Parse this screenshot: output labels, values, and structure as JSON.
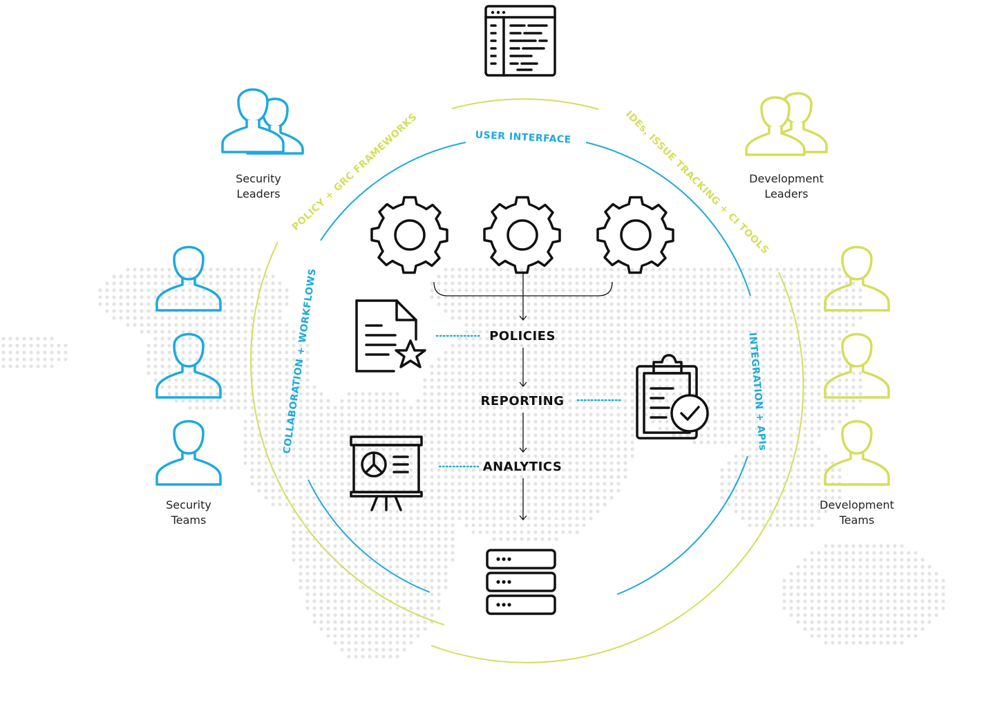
{
  "colors": {
    "blue": "#1CA9DE",
    "green": "#D4DE5A",
    "ink": "#111111",
    "map_dots": "#e4e4e4"
  },
  "arcs": {
    "policy_grc": "POLICY + GRC FRAMEWORKS",
    "user_interface": "USER INTERFACE",
    "ides_issue_ci": "IDEs, ISSUE TRACKING + CI TOOLS",
    "collaboration": "COLLABORATION + WORKFLOWS",
    "integration": "INTEGRATION + APIs"
  },
  "groups": {
    "security_leaders": {
      "line1": "Security",
      "line2": "Leaders",
      "icon": "users-icon",
      "color": "#1CA9DE"
    },
    "development_leaders": {
      "line1": "Development",
      "line2": "Leaders",
      "icon": "users-icon",
      "color": "#D4DE5A"
    },
    "security_teams": {
      "line1": "Security",
      "line2": "Teams",
      "icon": "user-icon",
      "color": "#1CA9DE"
    },
    "development_teams": {
      "line1": "Development",
      "line2": "Teams",
      "icon": "user-icon",
      "color": "#D4DE5A"
    }
  },
  "flow": {
    "policies": "POLICIES",
    "reporting": "REPORTING",
    "analytics": "ANALYTICS"
  },
  "icons": {
    "top": "browser-window-icon",
    "gears": [
      "gear-icon",
      "gear-icon",
      "gear-icon"
    ],
    "policies": "document-star-icon",
    "reporting": "clipboard-check-icon",
    "analytics": "presentation-chart-icon",
    "bottom": "server-stack-icon",
    "background": "world-map-dots"
  }
}
